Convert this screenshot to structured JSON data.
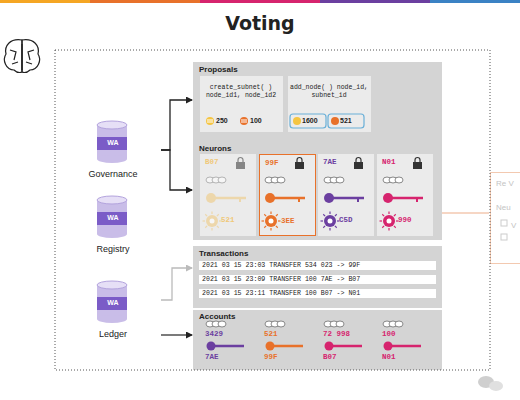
{
  "diagram": {
    "title": "Voting",
    "nodes": [
      {
        "text": [
          "Proposals"
        ]
      },
      {
        "text": [
          "create_subnet( ) node_id1, node_id2",
          "250",
          "100"
        ],
        "in": 0
      },
      {
        "text": [
          "add_node( ) node_id, subnet_id",
          "1600",
          "521"
        ],
        "in": 0
      },
      {
        "text": [
          "Neurons"
        ]
      },
      {
        "text": [
          "B07",
          "521"
        ],
        "in": 3
      },
      {
        "text": [
          "99F",
          "3EE"
        ],
        "in": 3
      },
      {
        "text": [
          "7AE",
          "C5D"
        ],
        "in": 3
      },
      {
        "text": [
          "N01",
          "990"
        ],
        "in": 3
      },
      {
        "text": [
          "WA",
          "Governance"
        ]
      },
      {
        "text": [
          "WA",
          "Registry"
        ]
      },
      {
        "text": [
          "WA",
          "Ledger"
        ]
      },
      {
        "text": [
          "Transactions",
          "2021 03 15 23:03 TRANSFER 534 023 -> 99F",
          "2021 03 15 23:09 TRANSFER 100 7AE -> B07",
          "2021 03 15 23:11 TRANSFER 100 B07 -> N01"
        ]
      },
      {
        "text": [
          "Accounts"
        ]
      },
      {
        "text": [
          "3429",
          "7AE"
        ],
        "in": 12
      },
      {
        "text": [
          "521",
          "99F"
        ],
        "in": 12
      },
      {
        "text": [
          "72 998",
          "B07"
        ],
        "in": 12
      },
      {
        "text": [
          "100",
          "N01"
        ],
        "in": 12
      },
      {
        "text": [
          "Re V",
          "Neu",
          "V"
        ]
      }
    ],
    "edges": [
      {
        "from": 8,
        "to": 0,
        "arrow": "to"
      },
      {
        "from": 8,
        "to": 3,
        "arrow": "to"
      },
      {
        "from": 10,
        "to": 11,
        "arrow": "to"
      },
      {
        "from": 10,
        "to": 12,
        "arrow": "to"
      },
      {
        "from": 3,
        "to": 17,
        "arrow": "none"
      }
    ]
  }
}
